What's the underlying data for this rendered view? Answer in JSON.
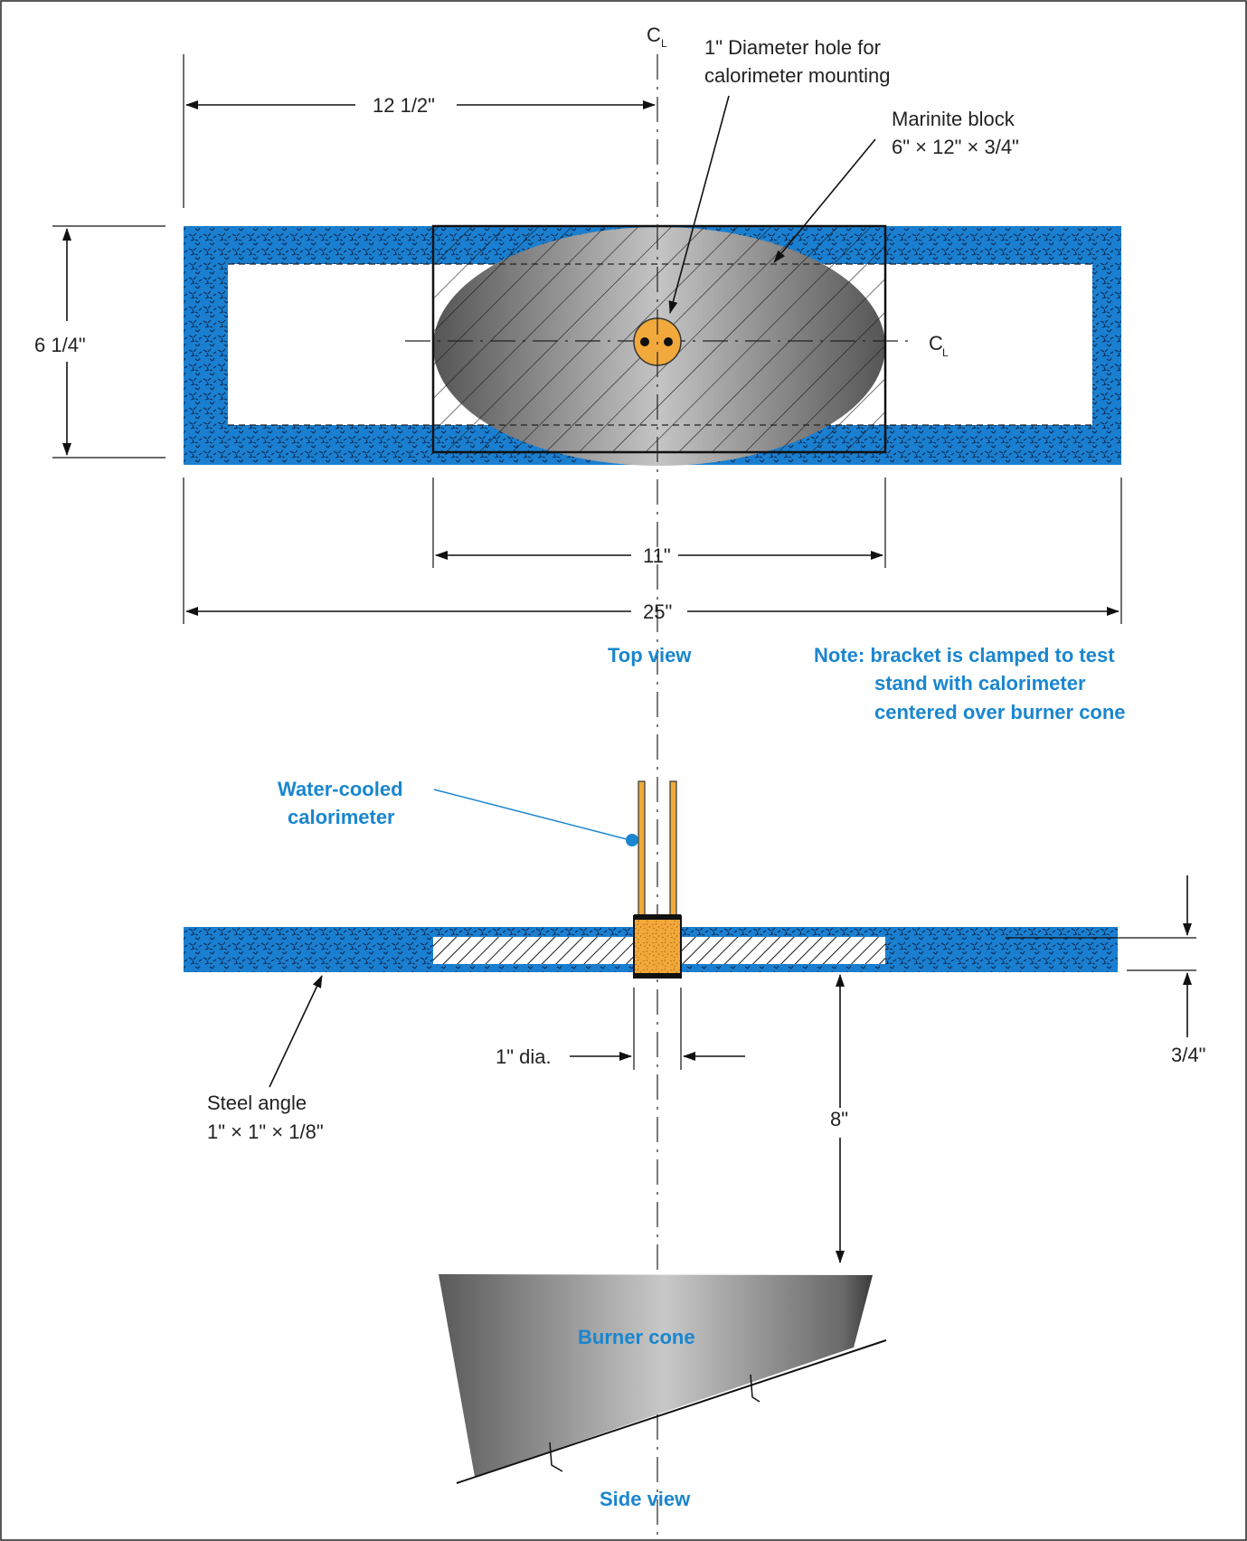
{
  "colors": {
    "bracket_blue": "#1a7fd0",
    "note_blue": "#1a86cf",
    "calorimeter_orange": "#f2a93b",
    "steel_gray": "#8a8a8a"
  },
  "labels": {
    "centerline_symbol": "C",
    "centerline_subscript": "L",
    "hole_callout_line1": "1\" Diameter hole for",
    "hole_callout_line2": "calorimeter mounting",
    "marinite_line1": "Marinite block",
    "marinite_line2": "6\" × 12\" × 3/4\"",
    "dim_half_length": "12  1/2\"",
    "dim_height": "6  1/4\"",
    "dim_block_width": "11\"",
    "dim_total_length": "25\"",
    "top_view": "Top view",
    "note_line1": "Note: bracket is clamped to test",
    "note_line2": "stand with calorimeter",
    "note_line3": "centered over burner cone",
    "calorimeter_line1": "Water-cooled",
    "calorimeter_line2": "calorimeter",
    "dim_hole": "1\"  dia.",
    "dim_thickness": "3/4\"",
    "dim_distance": "8\"",
    "steel_angle_line1": "Steel angle",
    "steel_angle_line2": "1\" × 1\" × 1/8\"",
    "burner_cone": "Burner cone",
    "side_view": "Side view"
  }
}
